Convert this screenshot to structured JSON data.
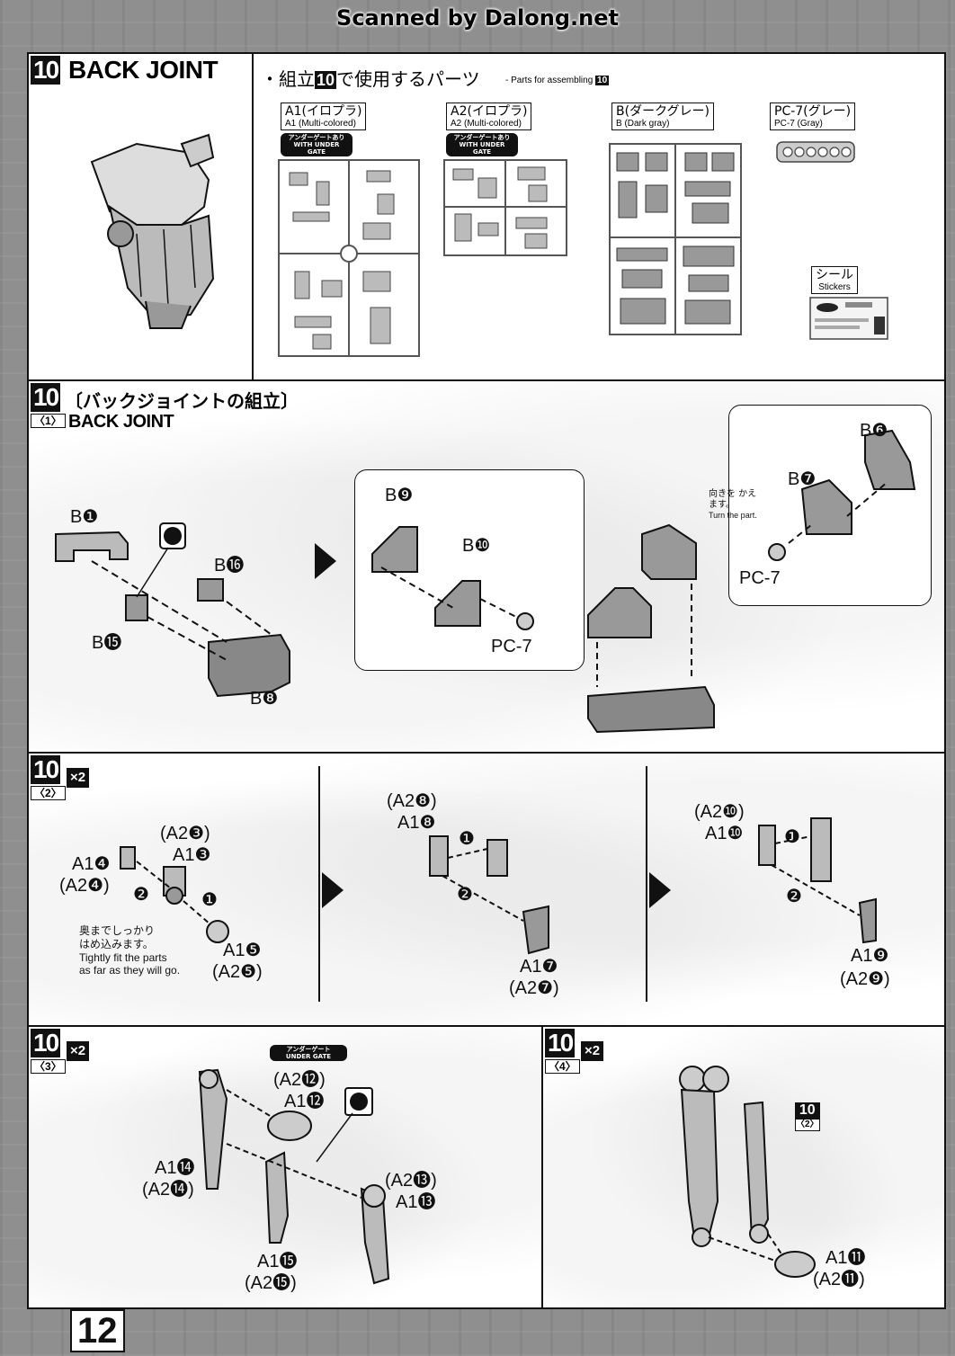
{
  "watermark": "Scanned by Dalong.net",
  "page_number": "12",
  "top": {
    "step": "10",
    "title": "BACK JOINT",
    "parts_jp": "・組立",
    "parts_jp2": "で使用するパーツ",
    "parts_en": "- Parts for assembling",
    "step_ref": "10",
    "runners": [
      {
        "jp": "A1(イロプラ)",
        "en": "A1 (Multi-colored)",
        "gate": "アンダーゲートあり WITH UNDER GATE"
      },
      {
        "jp": "A2(イロプラ)",
        "en": "A2 (Multi-colored)",
        "gate": "アンダーゲートあり WITH UNDER GATE"
      },
      {
        "jp": "B(ダークグレー)",
        "en": "B (Dark gray)"
      },
      {
        "jp": "PC-7(グレー)",
        "en": "PC-7 (Gray)"
      }
    ],
    "stickers_jp": "シール",
    "stickers_en": "Stickers"
  },
  "s1": {
    "step": "10",
    "sub": "〈1〉",
    "title_jp": "〔バックジョイントの組立〕",
    "title_en": "BACK JOINT",
    "labels": {
      "b1": "B❶",
      "b16": "B⓰",
      "b15": "B⓯",
      "b8": "B❽",
      "b9": "B❾",
      "b10": "B❿",
      "pc7a": "PC-7",
      "b6": "B❻",
      "b7": "B❼",
      "pc7b": "PC-7"
    },
    "turn_jp": "向きを かえます。",
    "turn_en": "Turn the part."
  },
  "s2": {
    "step": "10",
    "sub": "〈2〉",
    "x2": "×2",
    "a": {
      "l1": "(A2❸)",
      "l2": "A1❸",
      "l3": "A1❹",
      "l4": "(A2❹)",
      "l5": "A1❺",
      "l6": "(A2❺)"
    },
    "note_jp1": "奥までしっかり",
    "note_jp2": "はめ込みます。",
    "note_en1": "Tightly fit the parts",
    "note_en2": "as far as they will go.",
    "b": {
      "l1": "(A2❽)",
      "l2": "A1❽",
      "l3": "A1❼",
      "l4": "(A2❼)"
    },
    "c": {
      "l1": "(A2❿)",
      "l2": "A1❿",
      "l3": "A1❾",
      "l4": "(A2❾)"
    },
    "n1": "❶",
    "n2": "❷"
  },
  "s3": {
    "step": "10",
    "sub": "〈3〉",
    "x2": "×2",
    "gate": "アンダーゲート UNDER GATE",
    "l_a212": "(A2⓬)",
    "l_a112": "A1⓬",
    "l_a114": "A1⓮",
    "l_a214": "(A2⓮)",
    "l_a213": "(A2⓭)",
    "l_a113": "A1⓭",
    "l_a115": "A1⓯",
    "l_a215": "(A2⓯)"
  },
  "s4": {
    "step": "10",
    "sub": "〈4〉",
    "x2": "×2",
    "ref_step": "10",
    "ref_sub": "〈2〉",
    "l_a111": "A1⓫",
    "l_a211": "(A2⓫)"
  }
}
